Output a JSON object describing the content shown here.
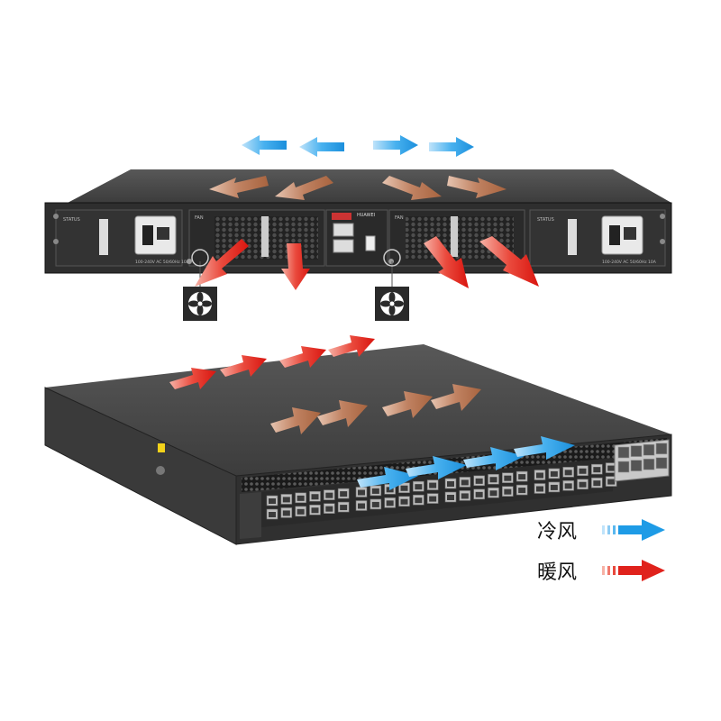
{
  "legend": {
    "cold_label": "冷风",
    "warm_label": "暖风"
  },
  "colors": {
    "cold": "#1e9be6",
    "warm": "#e0221c",
    "exhaust": "#b4734f",
    "chassis": "#3a3a3a",
    "panel": "#2b2b2b"
  },
  "rear_panel": {
    "brand": "HUAWEI",
    "psu_label": "100-240V AC 50/60Hz 10A",
    "fan_label": "FAN",
    "status_label": "STATUS"
  },
  "icons": [
    "fan-icon-left",
    "fan-icon-right"
  ]
}
